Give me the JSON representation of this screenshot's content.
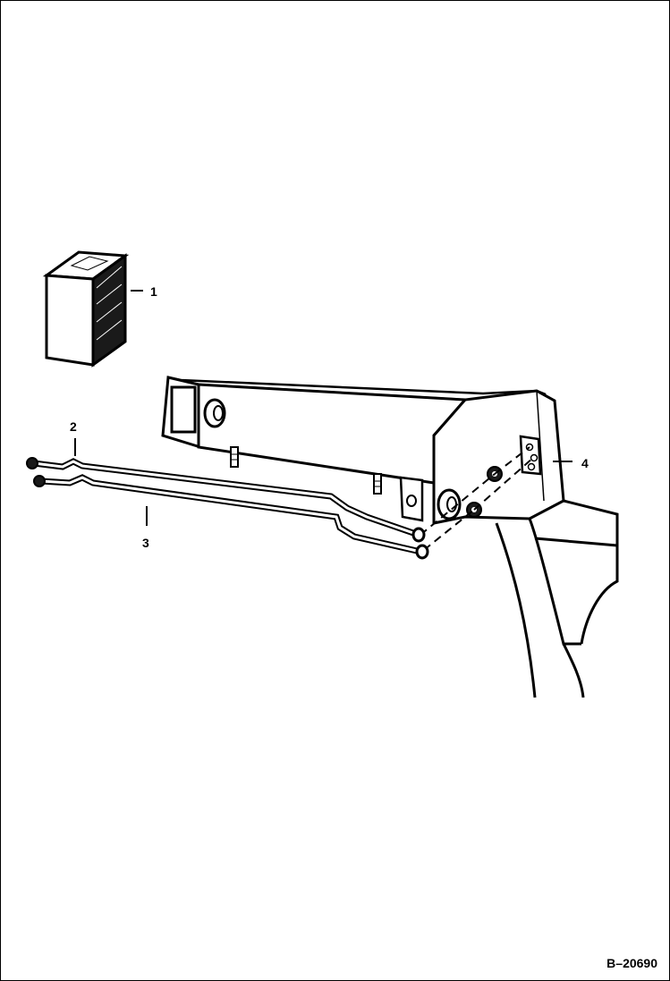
{
  "figure_id": "B–20690",
  "callouts": {
    "c1": "1",
    "c2": "2",
    "c3": "3",
    "c4": "4"
  }
}
